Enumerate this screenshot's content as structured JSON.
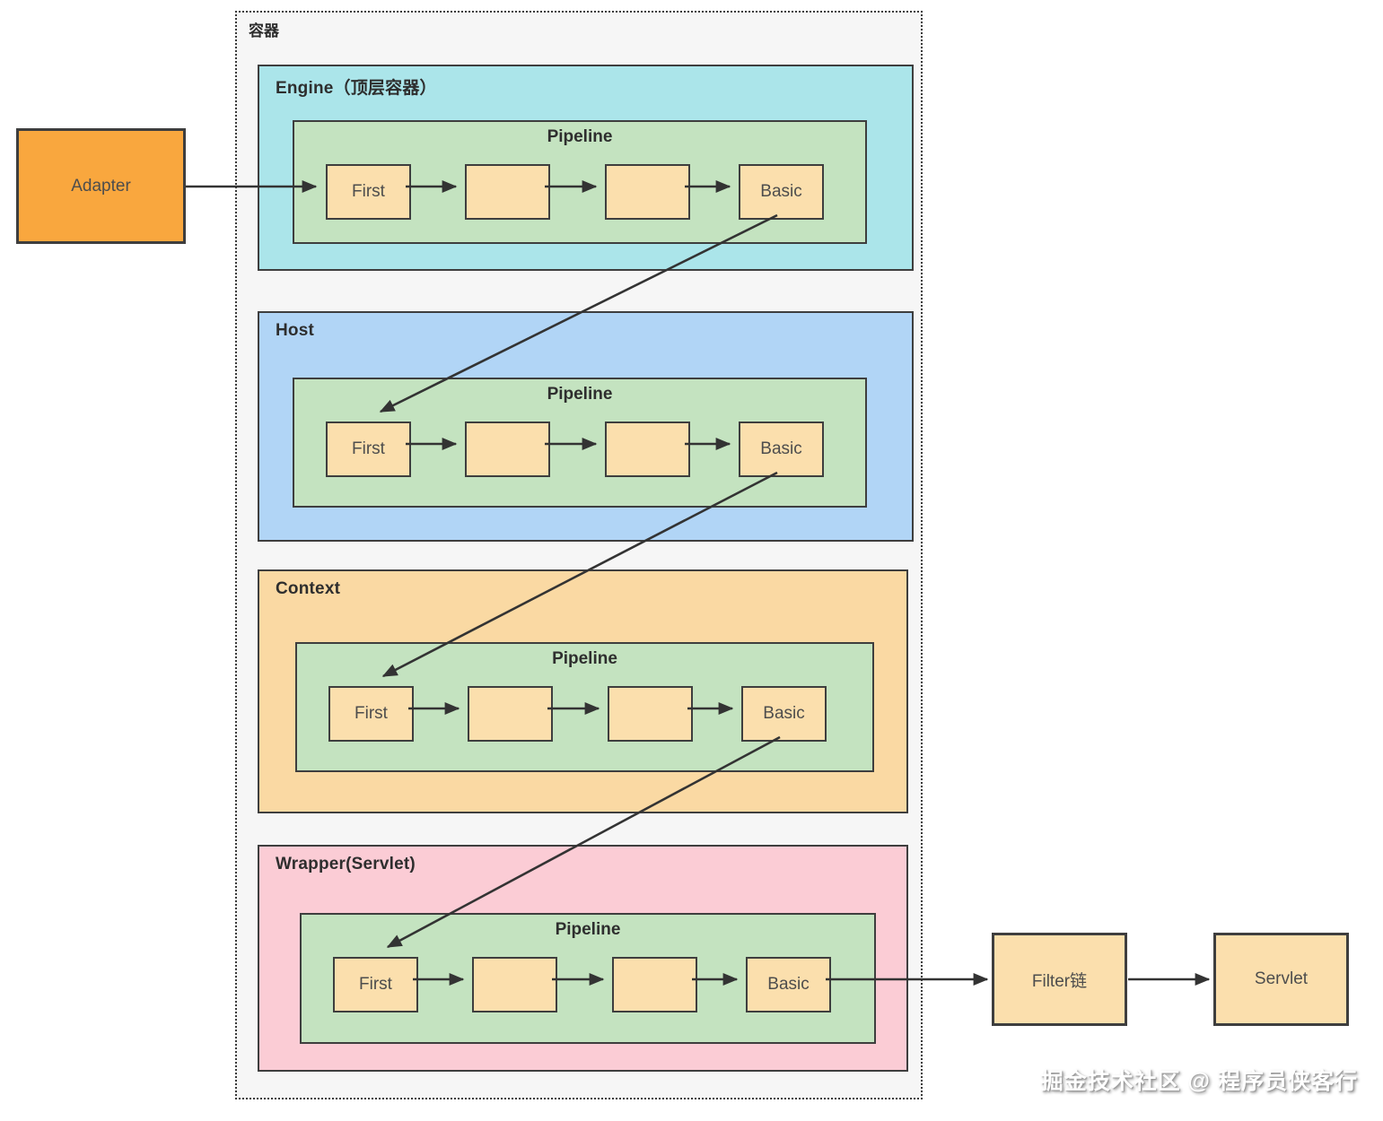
{
  "page": {
    "watermark": "掘金技术社区 @ 程序员侠客行"
  },
  "outer_container": {
    "label": "容器"
  },
  "adapter": {
    "label": "Adapter"
  },
  "sections": [
    {
      "id": "engine",
      "label": "Engine（顶层容器）",
      "bg": "#abe5ea",
      "pipeline": {
        "label": "Pipeline",
        "first": "First",
        "basic": "Basic"
      }
    },
    {
      "id": "host",
      "label": "Host",
      "bg": "#b1d5f6",
      "pipeline": {
        "label": "Pipeline",
        "first": "First",
        "basic": "Basic"
      }
    },
    {
      "id": "context",
      "label": "Context",
      "bg": "#fad9a3",
      "pipeline": {
        "label": "Pipeline",
        "first": "First",
        "basic": "Basic"
      }
    },
    {
      "id": "wrapper",
      "label": "Wrapper(Servlet)",
      "bg": "#fbccd5",
      "pipeline": {
        "label": "Pipeline",
        "first": "First",
        "basic": "Basic"
      }
    }
  ],
  "filter_chain": {
    "label": "Filter链"
  },
  "servlet": {
    "label": "Servlet"
  },
  "colors": {
    "container_bg": "#f6f6f6",
    "pipeline_bg": "#c4e3c0",
    "valve_bg": "#fbdfad",
    "adapter_bg": "#f9a73e",
    "border": "#3e3e3e",
    "arrow": "#333333"
  }
}
